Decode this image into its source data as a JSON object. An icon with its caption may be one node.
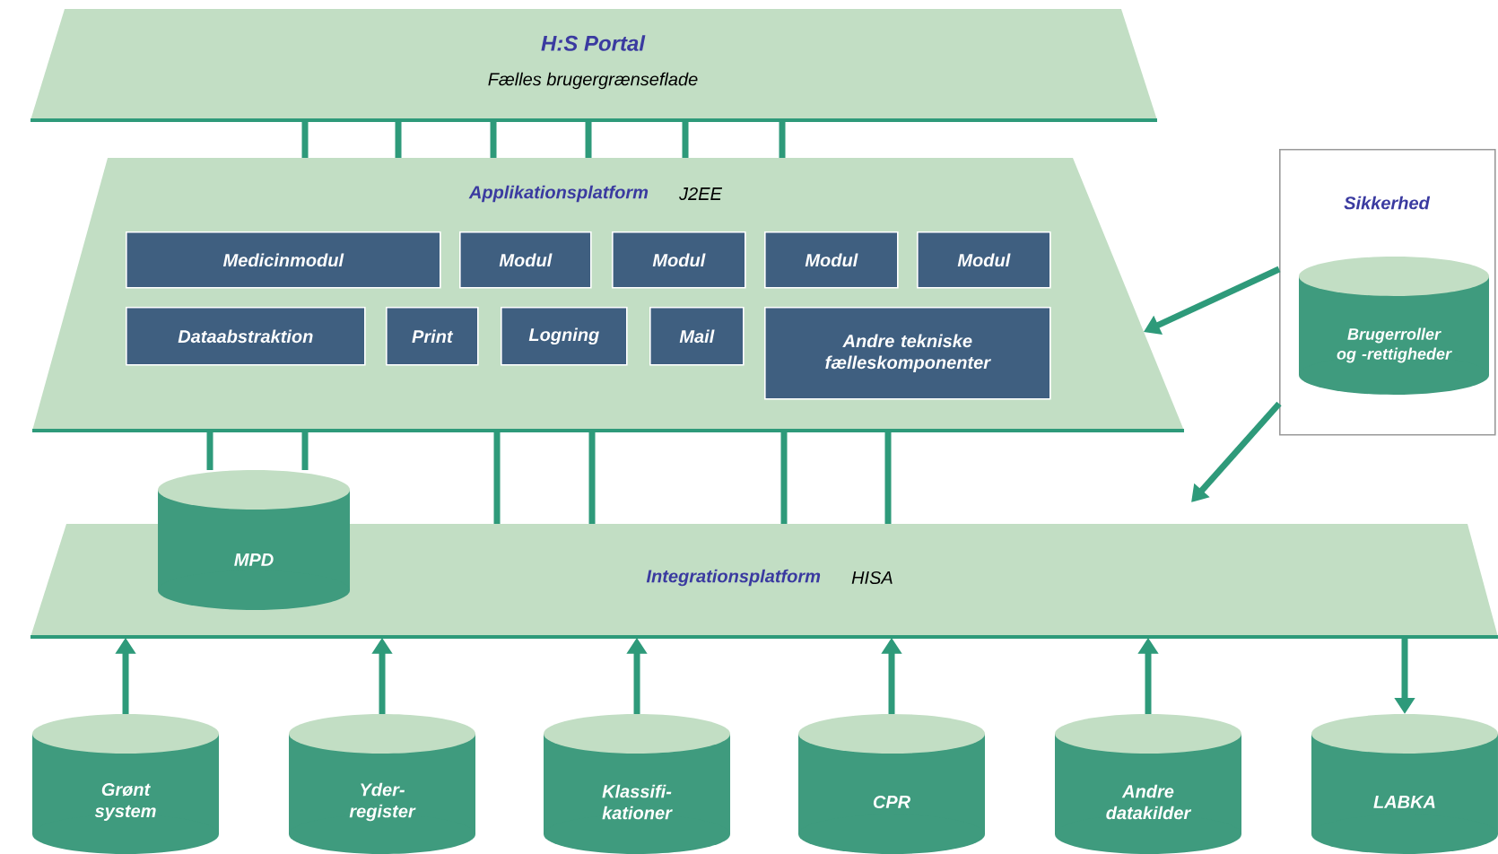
{
  "diagram": {
    "nodes": [
      {
        "text": [
          "H:S Portal",
          "Fælles brugergrænseflade"
        ]
      },
      {
        "text": [
          "Applikationsplatform",
          "J2EE"
        ]
      },
      {
        "text": [
          "Medicinmodul"
        ],
        "in": 1
      },
      {
        "text": [
          "Modul"
        ],
        "in": 1
      },
      {
        "text": [
          "Modul"
        ],
        "in": 1
      },
      {
        "text": [
          "Modul"
        ],
        "in": 1
      },
      {
        "text": [
          "Modul"
        ],
        "in": 1
      },
      {
        "text": [
          "Dataabstraktion"
        ],
        "in": 1
      },
      {
        "text": [
          "Print"
        ],
        "in": 1
      },
      {
        "text": [
          "Logning"
        ],
        "in": 1
      },
      {
        "text": [
          "Mail"
        ],
        "in": 1
      },
      {
        "text": [
          "Andre tekniske fælleskomponenter"
        ],
        "in": 1
      },
      {
        "text": [
          "Sikkerhed"
        ]
      },
      {
        "text": [
          "Brugerroller og -rettigheder"
        ],
        "in": 12
      },
      {
        "text": [
          "Integrationsplatform",
          "HISA"
        ]
      },
      {
        "text": [
          "MPD"
        ]
      },
      {
        "text": [
          "Grønt system"
        ]
      },
      {
        "text": [
          "Yder- register"
        ]
      },
      {
        "text": [
          "Klassifi- kationer"
        ]
      },
      {
        "text": [
          "CPR"
        ]
      },
      {
        "text": [
          "Andre datakilder"
        ]
      },
      {
        "text": [
          "LABKA"
        ]
      }
    ],
    "edges": [
      {
        "from": 0,
        "to": 1,
        "arrow": "none"
      },
      {
        "from": 0,
        "to": 1,
        "arrow": "none"
      },
      {
        "from": 0,
        "to": 1,
        "arrow": "none"
      },
      {
        "from": 0,
        "to": 1,
        "arrow": "none"
      },
      {
        "from": 0,
        "to": 1,
        "arrow": "none"
      },
      {
        "from": 0,
        "to": 1,
        "arrow": "none"
      },
      {
        "from": 1,
        "to": 15,
        "arrow": "none"
      },
      {
        "from": 1,
        "to": 15,
        "arrow": "none"
      },
      {
        "from": 1,
        "to": 14,
        "arrow": "none"
      },
      {
        "from": 1,
        "to": 14,
        "arrow": "none"
      },
      {
        "from": 1,
        "to": 14,
        "arrow": "none"
      },
      {
        "from": 1,
        "to": 14,
        "arrow": "none"
      },
      {
        "from": 12,
        "to": 1,
        "arrow": "to"
      },
      {
        "from": 12,
        "to": 14,
        "arrow": "to"
      },
      {
        "from": 16,
        "to": 14,
        "arrow": "to"
      },
      {
        "from": 17,
        "to": 14,
        "arrow": "to"
      },
      {
        "from": 18,
        "to": 14,
        "arrow": "to"
      },
      {
        "from": 19,
        "to": 14,
        "arrow": "to"
      },
      {
        "from": 20,
        "to": 14,
        "arrow": "to"
      },
      {
        "from": 14,
        "to": 21,
        "arrow": "to"
      }
    ]
  }
}
